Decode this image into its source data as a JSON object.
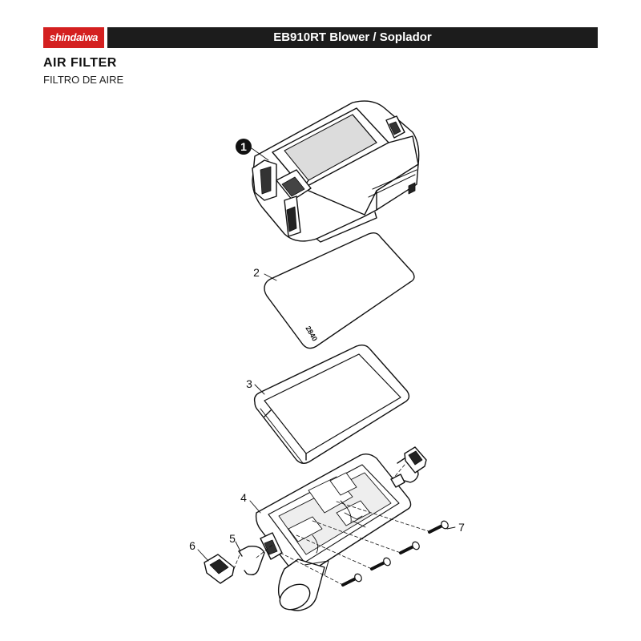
{
  "header": {
    "brand": "shindaiwa",
    "title": "EB910RT Blower / Soplador"
  },
  "section": {
    "title": "AIR FILTER",
    "subtitle": "FILTRO DE AIRE"
  },
  "callouts": [
    "1",
    "2",
    "3",
    "4",
    "5",
    "6",
    "7"
  ],
  "filter_marking": "2840",
  "colors": {
    "brand_red": "#d42020",
    "header_dark": "#1c1c1c"
  }
}
